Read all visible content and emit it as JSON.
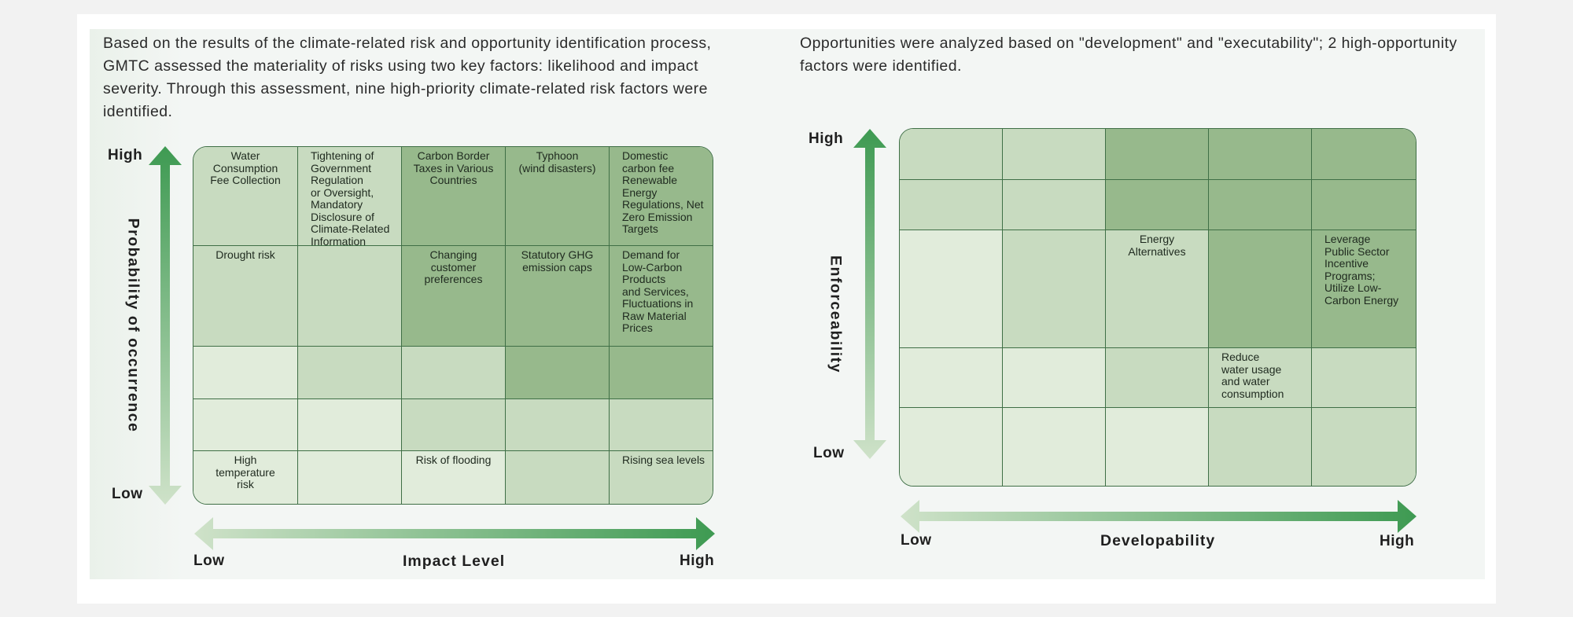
{
  "left": {
    "intro": "Based on the results of the climate-related risk and opportunity identification process, GMTC assessed the materiality of risks using two key factors: likelihood and impact severity. Through this assessment, nine high-priority climate-related risk factors were identified.",
    "y_axis": {
      "high": "High",
      "low": "Low",
      "title": "Probability of occurrence"
    },
    "x_axis": {
      "low": "Low",
      "high": "High",
      "title": "Impact Level"
    },
    "rows": [
      [
        "Water\nConsumption\nFee Collection",
        "Tightening of\nGovernment\nRegulation\nor Oversight,\nMandatory\nDisclosure of\nClimate-Related\nInformation",
        "Carbon Border\nTaxes in Various\nCountries",
        "Typhoon\n(wind disasters)",
        "Domestic\ncarbon fee\nRenewable\nEnergy\nRegulations, Net\nZero Emission\nTargets"
      ],
      [
        "Drought risk",
        "",
        "Changing\ncustomer\npreferences",
        "Statutory GHG\nemission caps",
        "Demand for\nLow-Carbon\nProducts\nand Services,\nFluctuations in\nRaw Material\nPrices"
      ],
      [
        "",
        "",
        "",
        "",
        ""
      ],
      [
        "",
        "",
        "",
        "",
        ""
      ],
      [
        "High\ntemperature\nrisk",
        "",
        "Risk of flooding",
        "",
        "Rising sea levels"
      ]
    ],
    "shades": [
      [
        2,
        2,
        3,
        3,
        3
      ],
      [
        2,
        2,
        3,
        3,
        3
      ],
      [
        1,
        2,
        2,
        3,
        3
      ],
      [
        1,
        1,
        2,
        2,
        2
      ],
      [
        1,
        1,
        1,
        2,
        2
      ]
    ]
  },
  "right": {
    "intro": "Opportunities were analyzed based on \"development\" and \"executability\"; 2 high-opportunity factors were identified.",
    "y_axis": {
      "high": "High",
      "low": "Low",
      "title": "Enforceability"
    },
    "x_axis": {
      "low": "Low",
      "high": "High",
      "title": "Developability"
    },
    "rows": [
      [
        "",
        "",
        "",
        "",
        ""
      ],
      [
        "",
        "",
        "",
        "",
        ""
      ],
      [
        "",
        "",
        "Energy\nAlternatives",
        "",
        "Leverage\nPublic Sector\nIncentive\nPrograms;\nUtilize Low-\nCarbon Energy"
      ],
      [
        "",
        "",
        "",
        "Reduce\nwater usage\nand water\nconsumption",
        ""
      ],
      [
        "",
        "",
        "",
        "",
        ""
      ]
    ],
    "shades": [
      [
        2,
        2,
        3,
        3,
        3
      ],
      [
        2,
        2,
        3,
        3,
        3
      ],
      [
        1,
        2,
        2,
        3,
        3
      ],
      [
        1,
        1,
        2,
        2,
        2
      ],
      [
        1,
        1,
        1,
        2,
        2
      ]
    ]
  },
  "colors": {
    "light": "#e1ecdb",
    "mid": "#c8dbc0",
    "dark": "#97b98c",
    "arrow": "#3e9a52",
    "arrow_fade": "#cfe2c9",
    "border": "#3f6f46"
  }
}
